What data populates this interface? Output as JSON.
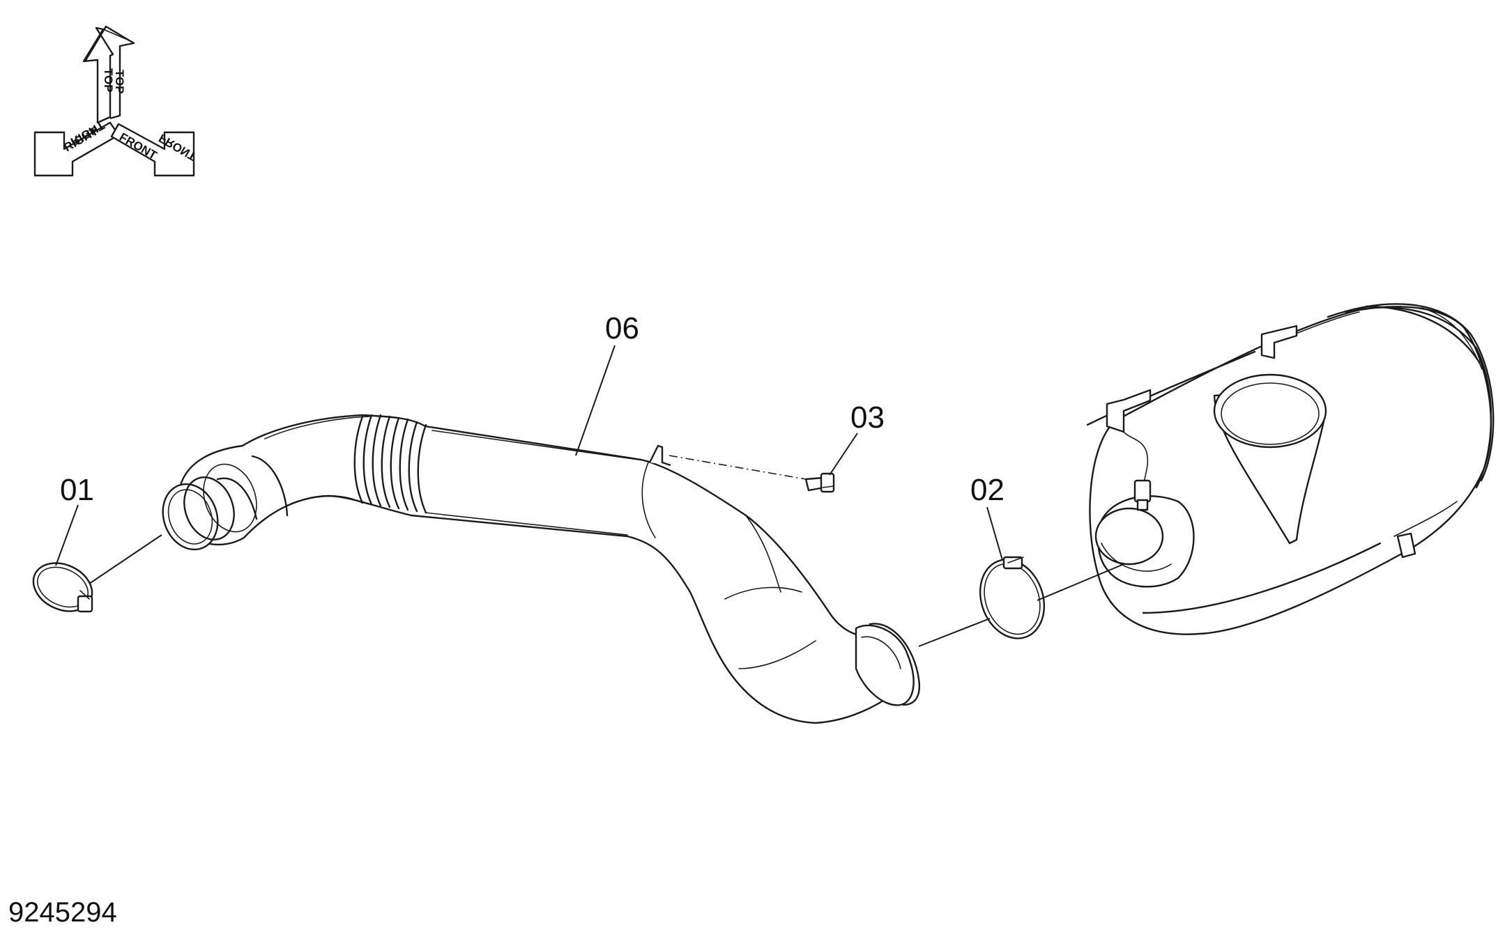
{
  "orientation": {
    "top": "TOP",
    "top_mirror": "TOP",
    "right": "RIGHT",
    "right_mirror": "RIGHT",
    "front": "FRONT",
    "front_mirror": "FRONT"
  },
  "callouts": {
    "clamp_left": "01",
    "clamp_right": "02",
    "screw": "03",
    "intake_hose": "06"
  },
  "document_number": "9245294"
}
